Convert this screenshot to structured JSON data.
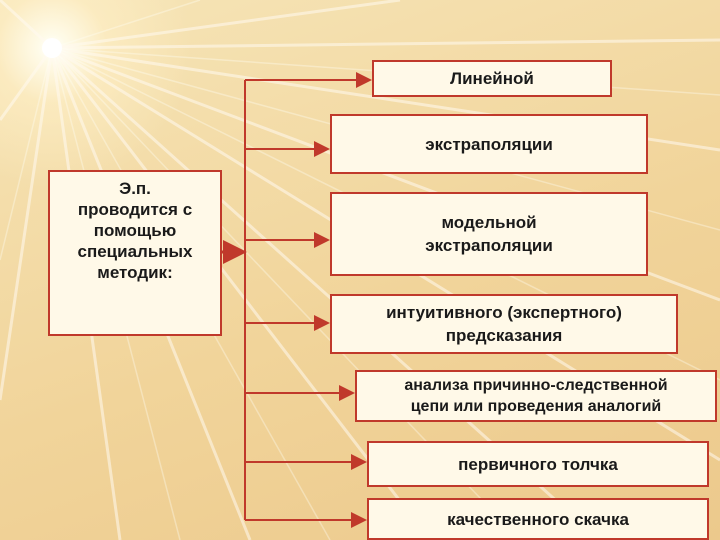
{
  "diagram": {
    "source": "Э.п.\nпроводится с\nпомощью\nспециальных\nметодик:",
    "methods": [
      "Линейной",
      "экстраполяции",
      "модельной\nэкстраполяции",
      "интуитивного (экспертного)\nпредсказания",
      "анализа причинно-следственной\nцепи или проведения аналогий",
      "первичного толчка",
      "качественного скачка"
    ]
  },
  "colors": {
    "connector": "#c0392b",
    "box_border": "#c0392b",
    "box_fill": "#fff9e8",
    "background": "#f3dba6"
  }
}
